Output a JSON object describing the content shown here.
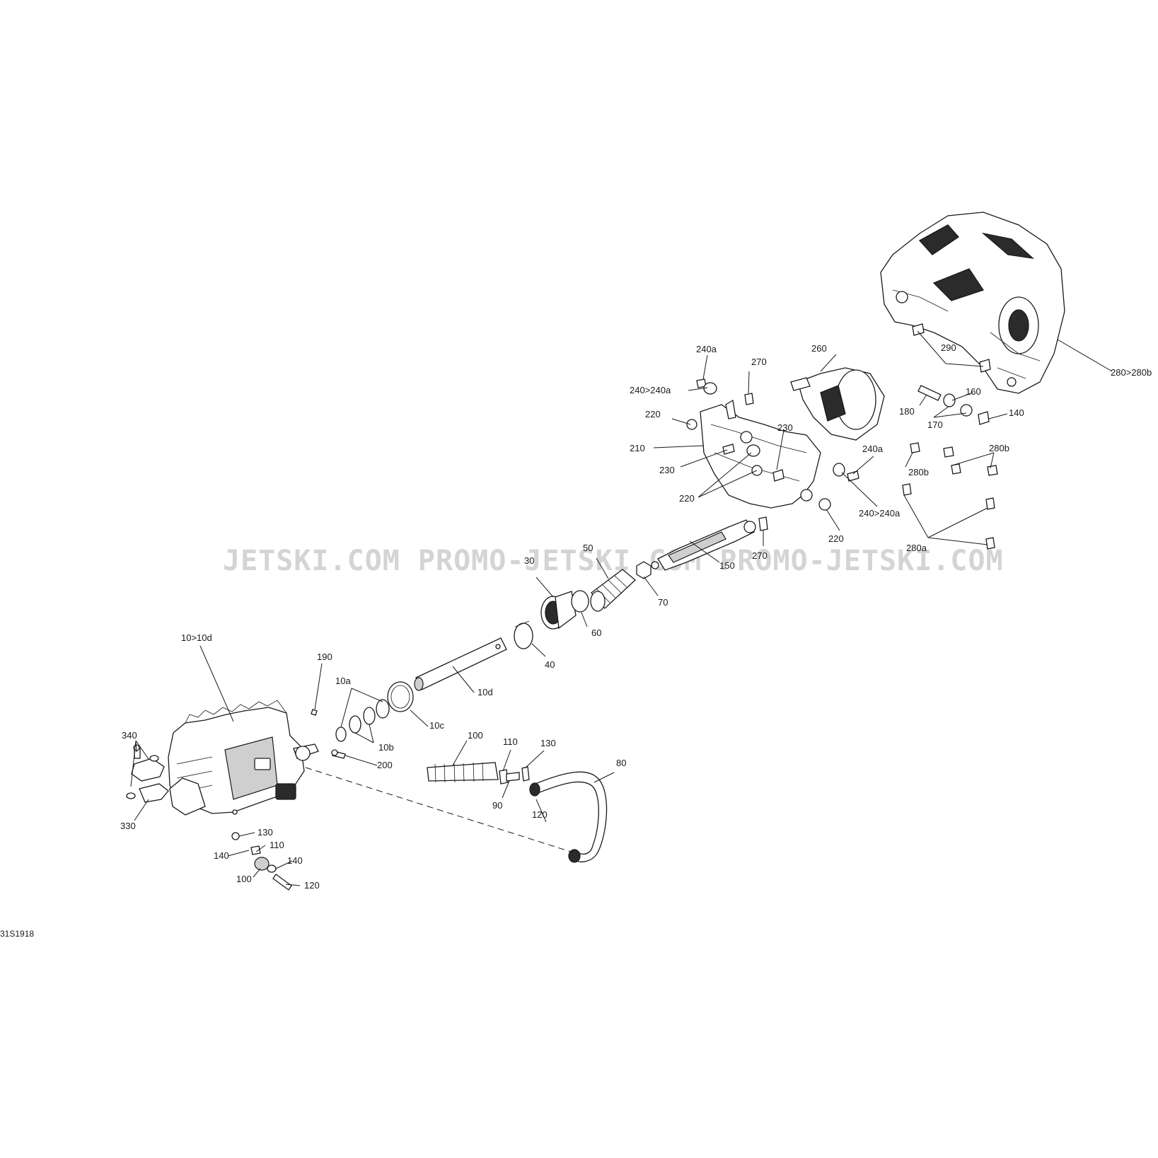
{
  "diagram": {
    "code": "31S1918",
    "watermark": "JETSKI.COM  PROMO-JETSKI.COM  PROMO-JETSKI.COM",
    "labels": {
      "l10_10d": "10>10d",
      "l190": "190",
      "l10a": "10a",
      "l10b": "10b",
      "l10c": "10c",
      "l10d": "10d",
      "l200": "200",
      "l340": "340",
      "l330": "330",
      "l130a": "130",
      "l140a": "140",
      "l110a": "110",
      "l100a": "100",
      "l140b": "140",
      "l120a": "120",
      "l100b": "100",
      "l110b": "110",
      "l130b": "130",
      "l90": "90",
      "l120b": "120",
      "l80": "80",
      "l30": "30",
      "l40": "40",
      "l50": "50",
      "l60": "60",
      "l70": "70",
      "l150": "150",
      "l240a_1": "240a",
      "l240_240a_1": "240>240a",
      "l270_1": "270",
      "l220_1": "220",
      "l210": "210",
      "l230_1": "230",
      "l230_2": "230",
      "l220_2": "220",
      "l260": "260",
      "l240a_2": "240a",
      "l240_240a_2": "240>240a",
      "l220_3": "220",
      "l270_2": "270",
      "l290": "290",
      "l280_280b": "280>280b",
      "l180": "180",
      "l160": "160",
      "l170": "170",
      "l140c": "140",
      "l280b_1": "280b",
      "l280b_2": "280b",
      "l280a": "280a"
    }
  }
}
